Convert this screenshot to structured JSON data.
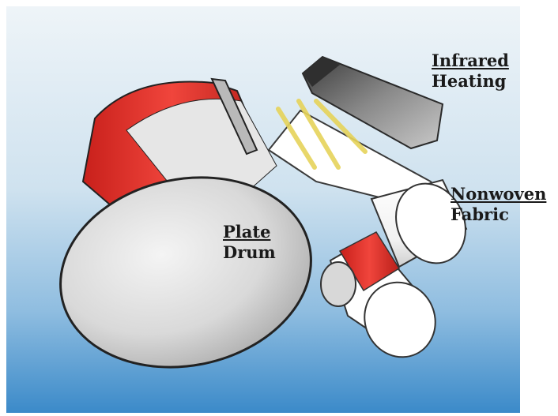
{
  "labels": {
    "infrared": {
      "line1": "Infrared",
      "line2": "Heating"
    },
    "nonwoven": {
      "line1": "Nonwoven",
      "line2": "Fabric"
    },
    "plate": {
      "line1": "Plate",
      "line2": "Drum"
    }
  },
  "colors": {
    "background_top": "#e7f1f7",
    "background_bottom": "#3b8ac9",
    "drum_face": "#d9d9d9",
    "drum_band": "#e8322b",
    "fabric": "#ffffff",
    "heater": "#6b6b6b",
    "infrared_rays": "#e6d35a"
  }
}
